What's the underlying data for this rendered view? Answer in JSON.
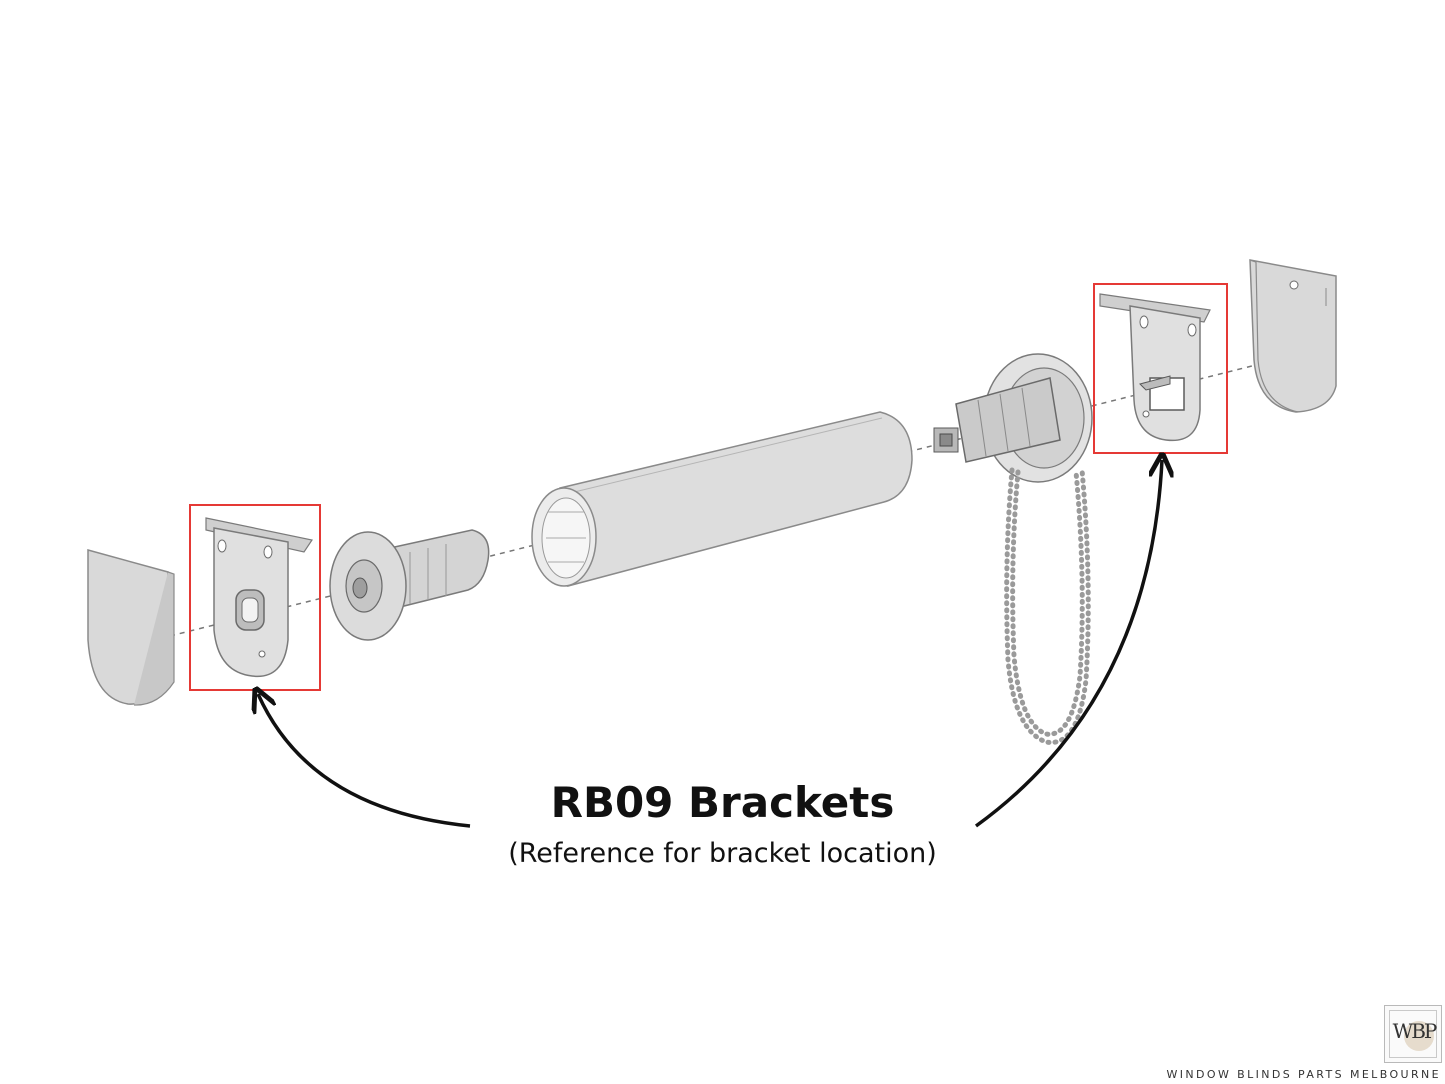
{
  "caption": {
    "title": "RB09 Brackets",
    "subtitle": "(Reference for bracket location)"
  },
  "logo": {
    "monogram": "WBP",
    "brand_line": "WINDOW BLINDS PARTS MELBOURNE"
  },
  "colors": {
    "highlight_box": "#e53935",
    "part_fill": "#dcdcdc",
    "part_stroke": "#8a8a8a",
    "arrow": "#111111"
  },
  "parts": [
    "end-cap-left",
    "bracket-left",
    "idler-end-plug",
    "roller-tube",
    "chain-control-unit",
    "bead-chain",
    "bracket-right",
    "end-cap-right"
  ]
}
